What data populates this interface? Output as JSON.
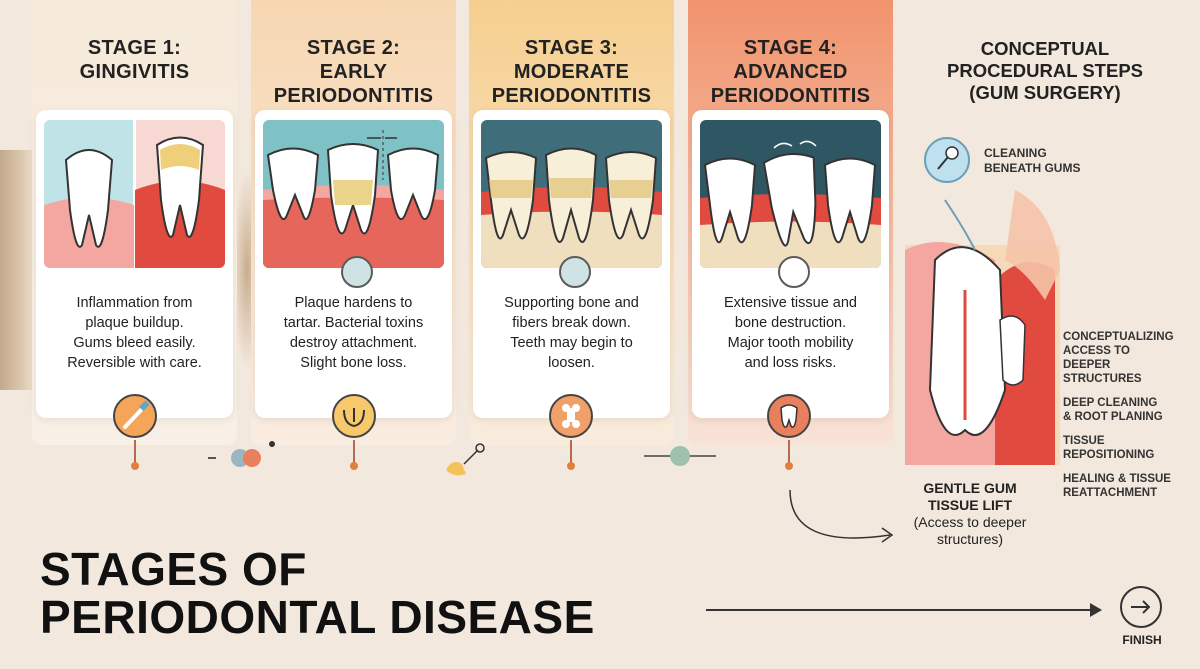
{
  "stages": [
    {
      "title": [
        "STAGE 1:",
        "GINGIVITIS"
      ],
      "description": [
        "Inflammation from",
        "plaque buildup.",
        "Gums bleed easily.",
        "Reversible with care."
      ],
      "icon": "toothbrush-icon"
    },
    {
      "title": [
        "STAGE 2:",
        "EARLY",
        "PERIODONTITIS"
      ],
      "description": [
        "Plaque hardens to",
        "tartar. Bacterial toxins",
        "destroy attachment.",
        "Slight bone loss."
      ],
      "icon": "gum-pocket-icon"
    },
    {
      "title": [
        "STAGE 3:",
        "MODERATE",
        "PERIODONTITIS"
      ],
      "description": [
        "Supporting bone and",
        "fibers break down.",
        "Teeth may begin to",
        "loosen."
      ],
      "icon": "bone-joint-icon"
    },
    {
      "title": [
        "STAGE 4:",
        "ADVANCED",
        "PERIODONTITIS"
      ],
      "description": [
        "Extensive tissue and",
        "bone destruction.",
        "Major tooth mobility",
        "and loss risks."
      ],
      "icon": "damaged-tooth-icon"
    }
  ],
  "procedure": {
    "title": [
      "CONCEPTUAL",
      "PROCEDURAL STEPS",
      "(GUM SURGERY)"
    ],
    "cleaning_label": [
      "CLEANING",
      "BENEATH GUMS"
    ],
    "steps": [
      [
        "CONCEPTUALIZING",
        "ACCESS TO",
        "DEEPER",
        "STRUCTURES"
      ],
      [
        "DEEP CLEANING",
        "& ROOT PLANING"
      ],
      [
        "TISSUE",
        "REPOSITIONING"
      ],
      [
        "HEALING & TISSUE",
        "REATTACHMENT"
      ]
    ],
    "tissue_lift": {
      "title": [
        "GENTLE GUM",
        "TISSUE LIFT"
      ],
      "note": [
        "(Access to deeper",
        "structures)"
      ]
    }
  },
  "main_title": [
    "STAGES OF",
    "PERIODONTAL DISEASE"
  ],
  "finish_label": "FINISH",
  "colors": {
    "gum_red": "#e04a3f",
    "gum_pink": "#f4a7a0",
    "tooth_white": "#ffffff",
    "teal_bg": "#7fc2c6",
    "dark_teal_bg": "#3f6e7a",
    "bone_tan": "#f0dfbf",
    "accent_orange": "#e0803f"
  }
}
